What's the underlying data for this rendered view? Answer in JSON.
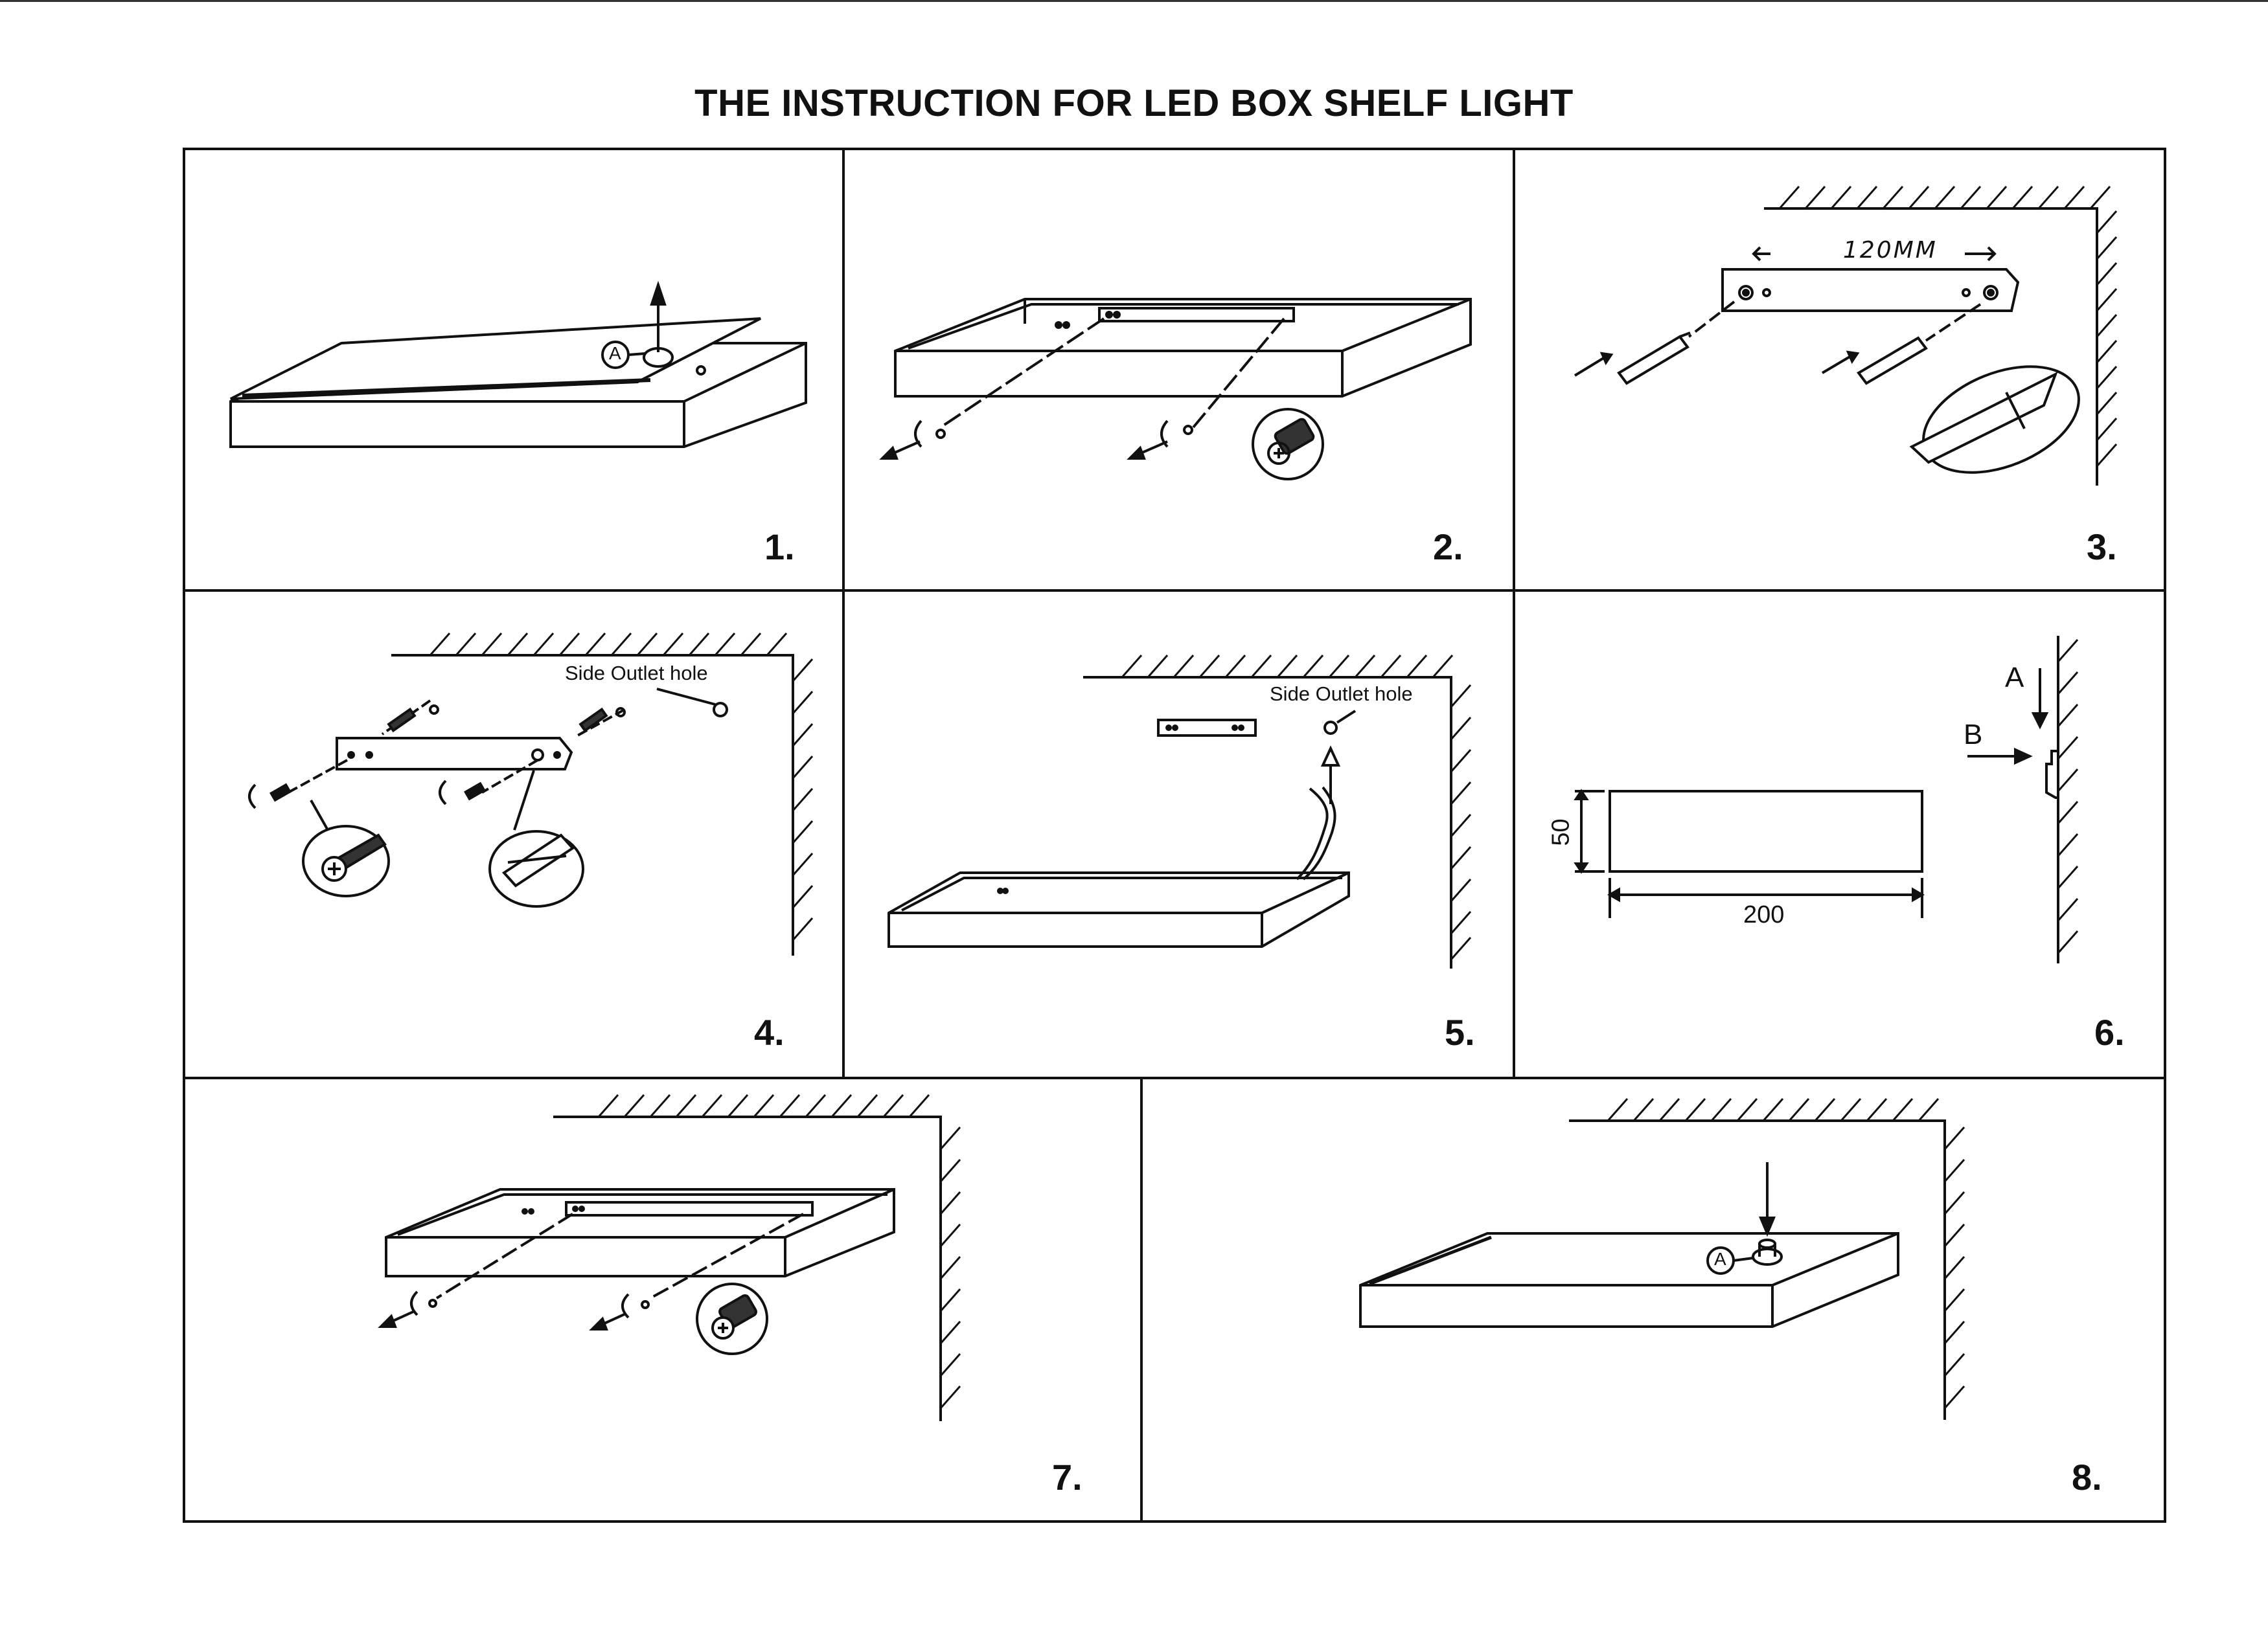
{
  "title": "THE INSTRUCTION FOR LED BOX SHELF LIGHT",
  "steps": [
    {
      "number": "1.",
      "part_label": "A"
    },
    {
      "number": "2."
    },
    {
      "number": "3.",
      "spacing_label": "120MM"
    },
    {
      "number": "4.",
      "outlet_label": "Side Outlet hole"
    },
    {
      "number": "5.",
      "outlet_label": "Side Outlet hole"
    },
    {
      "number": "6.",
      "height_dim": "50",
      "width_dim": "200",
      "arrow_a": "A",
      "arrow_b": "B"
    },
    {
      "number": "7."
    },
    {
      "number": "8.",
      "part_label": "A"
    }
  ]
}
